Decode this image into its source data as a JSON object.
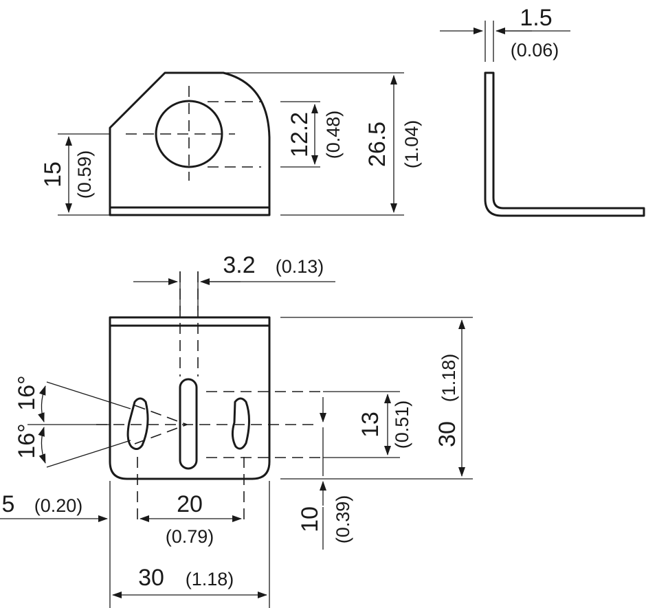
{
  "colors": {
    "ink": "#1a1a1a",
    "background": "#ffffff"
  },
  "dimensions": {
    "thickness": {
      "mm": "1.5",
      "inch": "(0.06)"
    },
    "hole_height": {
      "mm": "15",
      "inch": "(0.59)"
    },
    "hole_diameter": {
      "mm": "12.2",
      "inch": "(0.48)"
    },
    "front_height": {
      "mm": "26.5",
      "inch": "(1.04)"
    },
    "slot_width": {
      "mm": "3.2",
      "inch": "(0.13)"
    },
    "base_depth": {
      "mm": "30",
      "inch": "(1.18)"
    },
    "slot_spacing_v": {
      "mm": "13",
      "inch": "(0.51)"
    },
    "slot_offset_v": {
      "mm": "10",
      "inch": "(0.39)"
    },
    "edge_offset": {
      "mm": "5",
      "inch": "(0.20)"
    },
    "slot_spacing_h": {
      "mm": "20",
      "inch": "(0.79)"
    },
    "base_width": {
      "mm": "30",
      "inch": "(1.18)"
    },
    "angle_upper": "16°",
    "angle_lower": "16°"
  }
}
